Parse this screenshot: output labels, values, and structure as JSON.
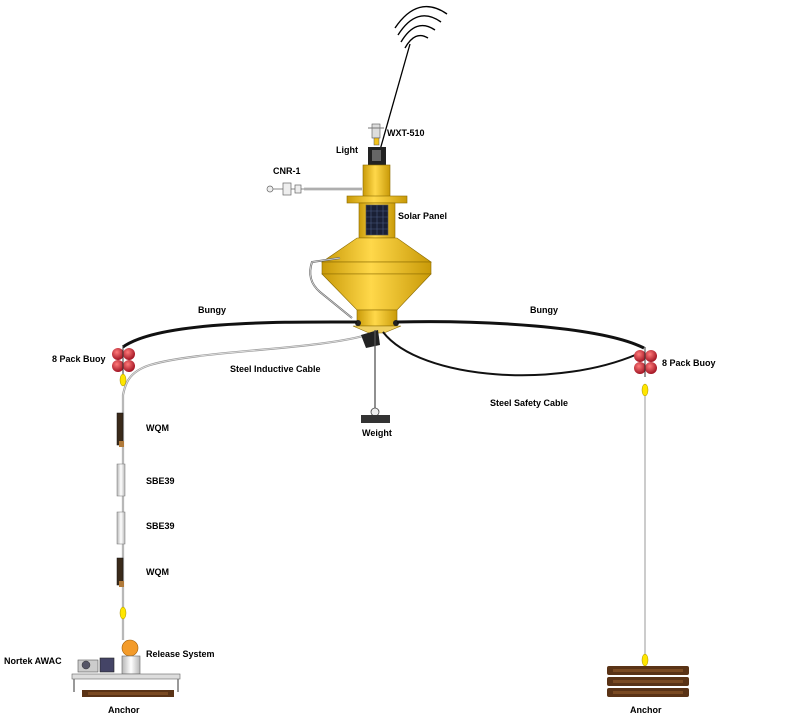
{
  "labels": {
    "wxt": "WXT-510",
    "light": "Light",
    "cnr": "CNR-1",
    "solar": "Solar Panel",
    "bungy_left": "Bungy",
    "bungy_right": "Bungy",
    "buoy_left": "8 Pack Buoy",
    "buoy_right": "8 Pack Buoy",
    "inductive": "Steel Inductive Cable",
    "safety": "Steel Safety Cable",
    "weight": "Weight",
    "wqm_top": "WQM",
    "sbe_1": "SBE39",
    "sbe_2": "SBE39",
    "wqm_bottom": "WQM",
    "awac": "Nortek AWAC",
    "release": "Release System",
    "anchor_left": "Anchor",
    "anchor_right": "Anchor"
  },
  "colors": {
    "buoy_yellow": "#f3c21a",
    "buoy_dark": "#c99a08",
    "float_red": "#c8102e",
    "anchor_brown": "#5a3316",
    "cable_grey": "#a8a8a8",
    "bungy_black": "#111111"
  }
}
